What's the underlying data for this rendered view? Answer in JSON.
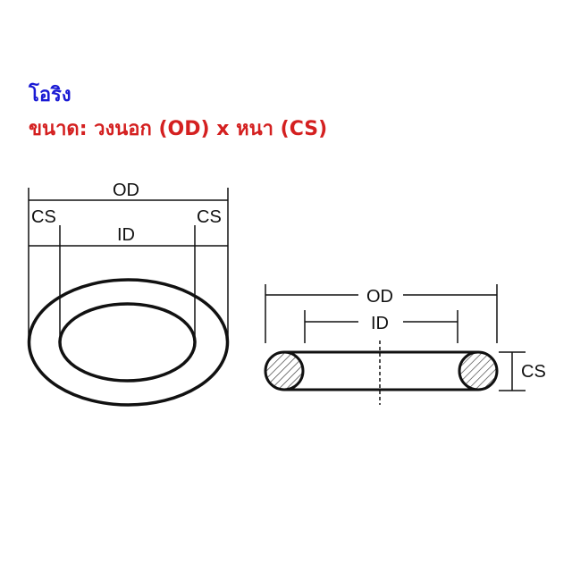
{
  "header": {
    "title": "โอริง",
    "subtitle": "ขนาด: วงนอก (OD) x หนา (CS)"
  },
  "colors": {
    "title": "#1a1ad4",
    "subtitle": "#d42020",
    "lines": "#111111"
  },
  "top_view": {
    "od_label": "OD",
    "id_label": "ID",
    "cs_left_label": "CS",
    "cs_right_label": "CS"
  },
  "side_view": {
    "od_label": "OD",
    "id_label": "ID",
    "cs_label": "CS"
  }
}
